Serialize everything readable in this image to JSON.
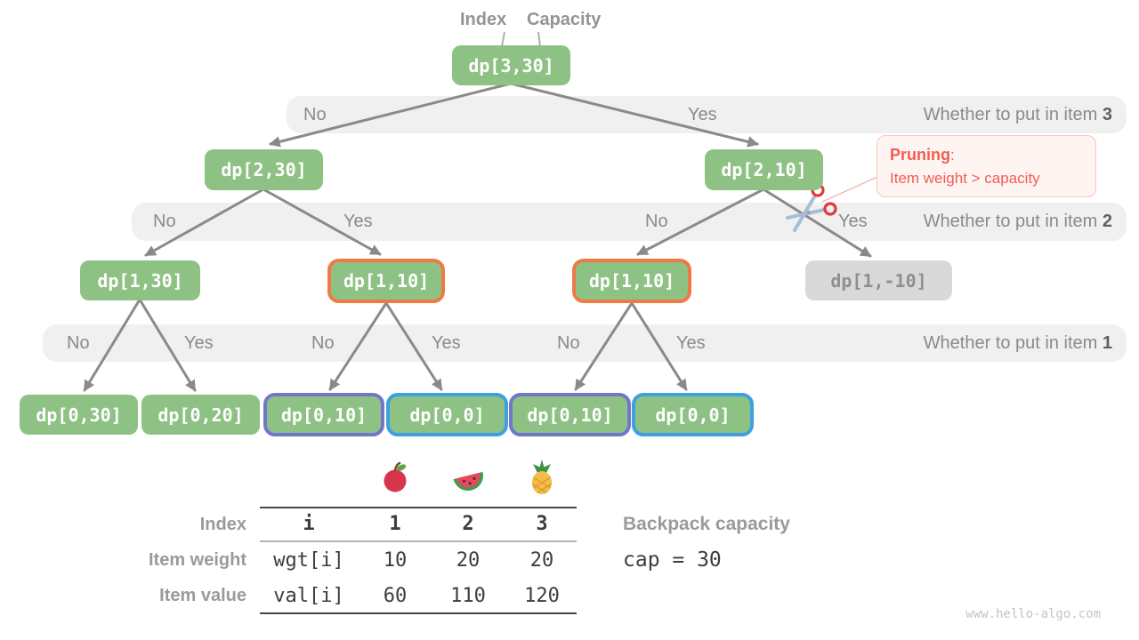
{
  "pointer_labels": {
    "index": "Index",
    "capacity": "Capacity"
  },
  "tree": {
    "nodes": [
      {
        "label": "dp[3,30]"
      },
      {
        "label": "dp[2,30]"
      },
      {
        "label": "dp[2,10]"
      },
      {
        "label": "dp[1,30]"
      },
      {
        "label": "dp[1,10]"
      },
      {
        "label": "dp[1,10]"
      },
      {
        "label": "dp[1,-10]"
      },
      {
        "label": "dp[0,30]"
      },
      {
        "label": "dp[0,20]"
      },
      {
        "label": "dp[0,10]"
      },
      {
        "label": "dp[0,0]"
      },
      {
        "label": "dp[0,10]"
      },
      {
        "label": "dp[0,0]"
      }
    ],
    "bands": [
      {
        "caption": "Whether to put in item ",
        "item": "3",
        "labels": [
          "No",
          "Yes"
        ]
      },
      {
        "caption": "Whether to put in item ",
        "item": "2",
        "labels": [
          "No",
          "Yes",
          "No",
          "Yes"
        ]
      },
      {
        "caption": "Whether to put in item ",
        "item": "1",
        "labels": [
          "No",
          "Yes",
          "No",
          "Yes",
          "No",
          "Yes"
        ]
      }
    ]
  },
  "pruning": {
    "title": "Pruning",
    "colon": ":",
    "text": "Item weight > capacity"
  },
  "table": {
    "row_labels": [
      "Index",
      "Item weight",
      "Item value"
    ],
    "header": [
      "i",
      "1",
      "2",
      "3"
    ],
    "rows": [
      [
        "wgt[i]",
        "10",
        "20",
        "20"
      ],
      [
        "val[i]",
        "60",
        "110",
        "120"
      ]
    ],
    "fruit_icons": [
      "apple-icon",
      "watermelon-icon",
      "pineapple-icon"
    ]
  },
  "capacity_info": {
    "label": "Backpack capacity",
    "value": "cap = 30"
  },
  "watermark": "www.hello-algo.com",
  "colors": {
    "node_green": "#8ec184",
    "node_gray": "#d9d9d9",
    "band_bg": "#f0f0f0",
    "orange_border": "#ee7b45",
    "purple_border": "#7276cb",
    "blue_border": "#3fa0e0",
    "pruning_red": "#f25c54",
    "arrow_gray": "#8a8a8a"
  }
}
